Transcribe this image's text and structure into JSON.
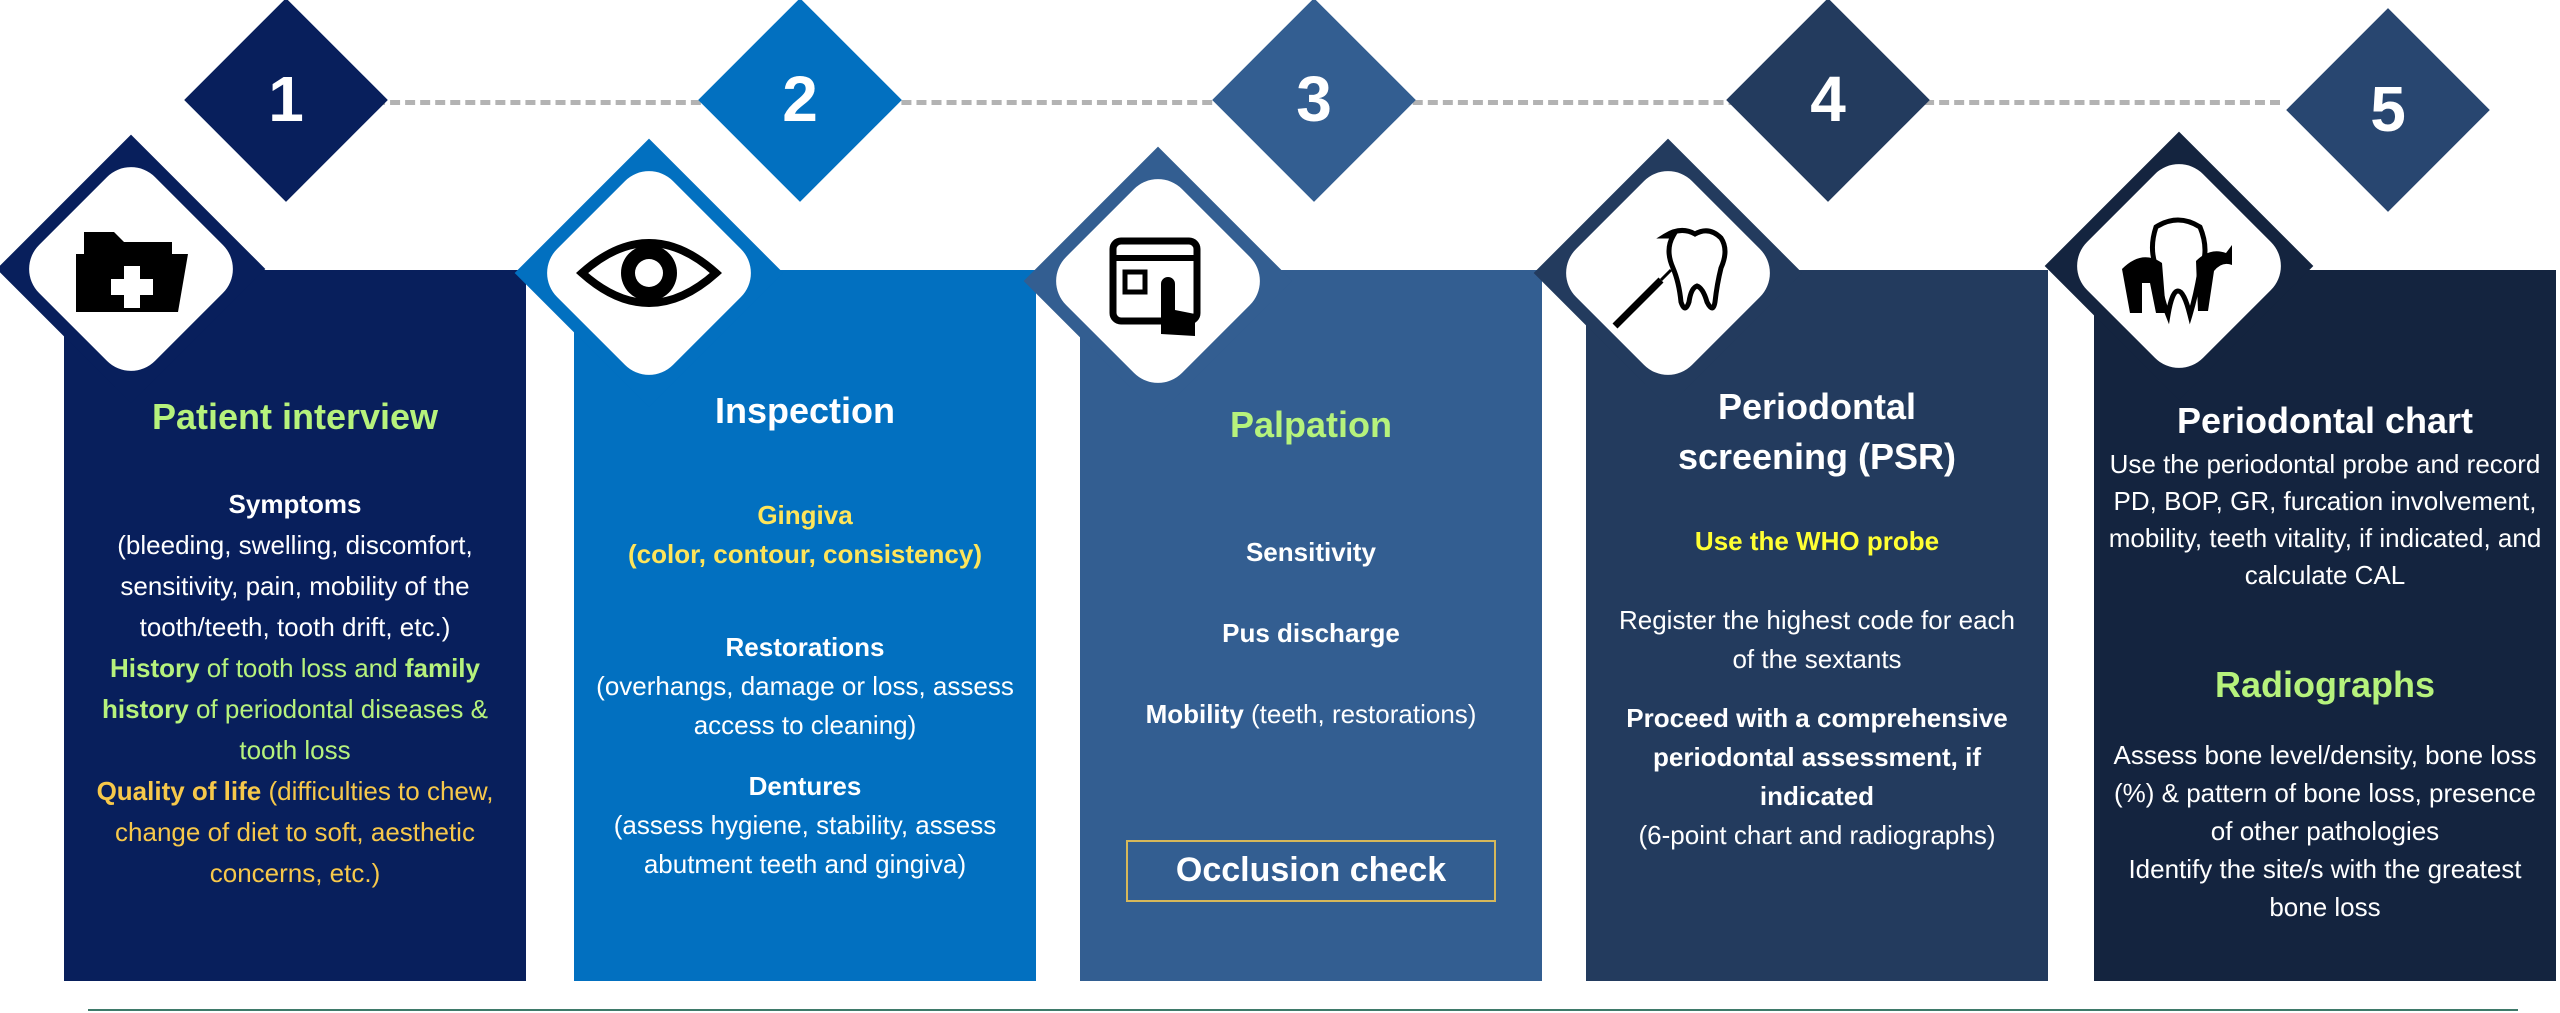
{
  "colors": {
    "step1": "#081f5c",
    "step2": "#0270c0",
    "step3": "#335e91",
    "step4": "#233b5e",
    "step5": "#14243f",
    "accent_green": "#b6f27c",
    "accent_gold": "#f7c84a",
    "accent_yellow": "#ffff33"
  },
  "steps": [
    {
      "number": "1",
      "icon": "medical-folder-icon",
      "title": "Patient interview",
      "symptoms_label": "Symptoms",
      "symptoms_text": "(bleeding, swelling, discomfort, sensitivity, pain, mobility of the tooth/teeth, tooth drift, etc.)",
      "history_label": "History",
      "history_mid": " of tooth loss and ",
      "family_label": "family history",
      "history_end": " of periodontal diseases & tooth loss",
      "qol_label": "Quality of life",
      "qol_text": " (difficulties to chew, change of diet to soft, aesthetic concerns, etc.)"
    },
    {
      "number": "2",
      "icon": "eye-icon",
      "title": "Inspection",
      "gingiva_label": "Gingiva",
      "gingiva_text": "(color, contour, consistency)",
      "restorations_label": "Restorations",
      "restorations_text": "(overhangs, damage or loss, assess access to cleaning)",
      "dentures_label": "Dentures",
      "dentures_text": "(assess hygiene, stability, assess abutment teeth and gingiva)"
    },
    {
      "number": "3",
      "icon": "touch-screen-icon",
      "title": "Palpation",
      "sensitivity": "Sensitivity",
      "pus": "Pus discharge",
      "mobility_label": "Mobility",
      "mobility_text": " (teeth, restorations)",
      "occlusion": "Occlusion check"
    },
    {
      "number": "4",
      "icon": "dental-probe-icon",
      "title": "Periodontal screening (PSR)",
      "who_probe": "Use the WHO probe",
      "register_text": "Register the highest code for each of the sextants",
      "proceed_label": "Proceed with a comprehensive periodontal assessment, if indicated",
      "proceed_text": "(6-point chart and radiographs)"
    },
    {
      "number": "5",
      "icon": "tooth-radiograph-icon",
      "title": "Periodontal chart",
      "chart_text": "Use the periodontal probe and record PD, BOP, GR, furcation involvement, mobility, teeth vitality, if indicated, and calculate CAL",
      "radiographs_title": "Radiographs",
      "radiographs_text1": "Assess bone level/density, bone loss (%) & pattern of bone loss, presence of other pathologies",
      "radiographs_text2": "Identify the site/s with the greatest bone loss"
    }
  ]
}
